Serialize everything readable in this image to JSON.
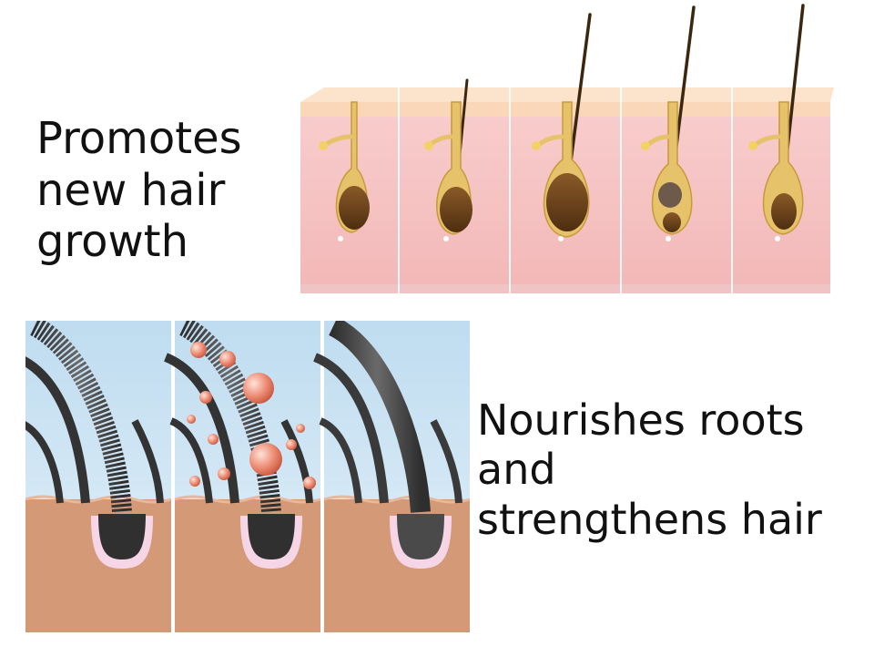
{
  "captions": {
    "top": [
      "Promotes",
      "new hair",
      "growth"
    ],
    "bottom": [
      "Nourishes roots",
      "and",
      "strengthens hair"
    ]
  },
  "colors": {
    "text": "#111111",
    "skin_pink": "#f6c6c6",
    "skin_top": "#f9dcc0",
    "follicle_gold": "#e0b85a",
    "bulb_brown": "#6b4218",
    "sky_blue": "#cfe6f4",
    "scalp_tan": "#d49a78",
    "hair_gray": "#3a3a3a",
    "nutrient_coral": "#e8806a"
  },
  "icons": [
    "hair-follicle-growth-stages",
    "hair-root-nourishment-stages"
  ]
}
